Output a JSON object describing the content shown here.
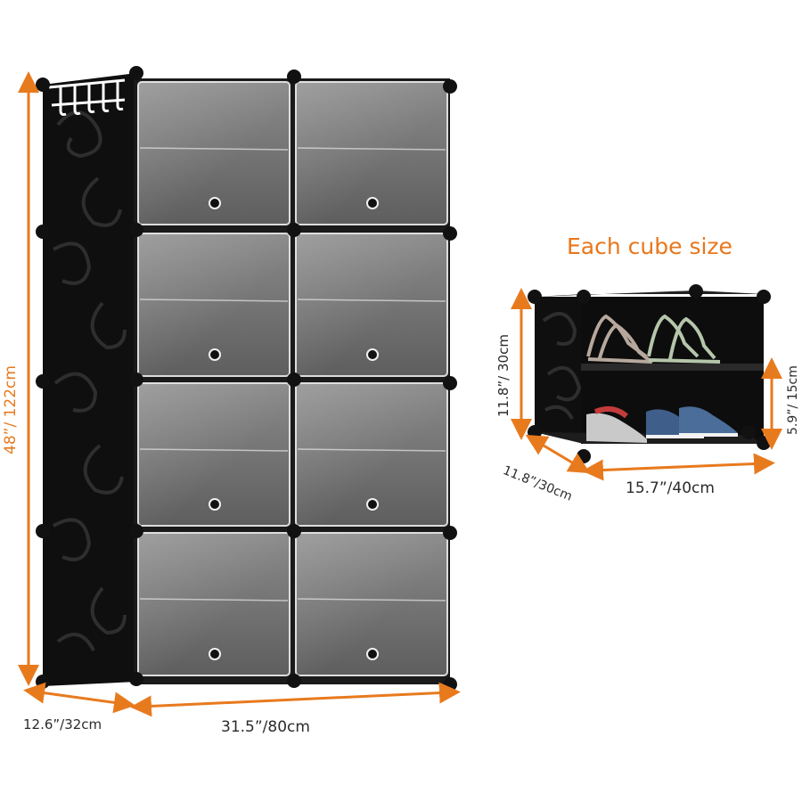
{
  "large_cabinet": {
    "height_label": "48”/ 122cm",
    "depth_label": "12.6”/32cm",
    "width_label": "31.5”/80cm"
  },
  "cube": {
    "title": "Each cube size",
    "height_label": "11.8”/ 30cm",
    "depth_label": "11.8”/30cm",
    "width_label": "15.7”/40cm",
    "shelf_height_label": "5.9”/ 15cm"
  },
  "colors": {
    "accent": "#e87a1e",
    "panel": "#111111",
    "door": "#6f6f6f"
  }
}
